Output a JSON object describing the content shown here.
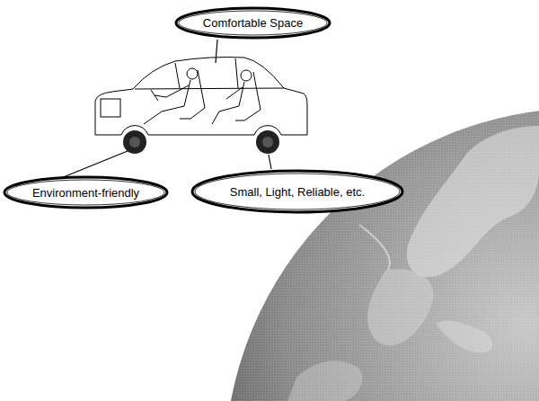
{
  "diagram": {
    "nodes": [
      {
        "text": [
          "Comfortable Space"
        ]
      },
      {
        "text": [
          "Environment-friendly"
        ]
      },
      {
        "text": [
          "Small, Light, Reliable, etc."
        ]
      }
    ]
  }
}
